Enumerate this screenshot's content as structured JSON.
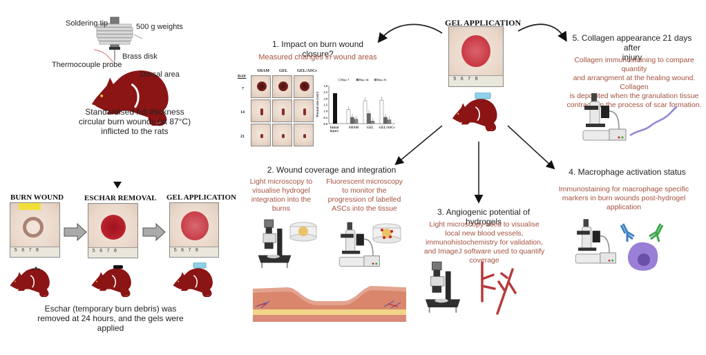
{
  "colors": {
    "rat": "#8b1414",
    "subtext": "#a5513f",
    "wound": "#b81c2a",
    "gel": "#8fd0ea",
    "macrophage": "#9a7fd6",
    "antibody_blue": "#3b7fc4",
    "antibody_green": "#3aa54a",
    "vessel": "#b83a3a"
  },
  "burn_setup": {
    "labels": {
      "soldering_tip": "Soldering tip",
      "weights": "500 g weights",
      "brass_disk": "Brass disk",
      "thermocouple": "Thermocouple probe",
      "dorsal": "Dorsal area"
    },
    "caption": [
      "Standardised full-thickness",
      "circular burn wounds (at 87°C)",
      "inflicted to the rats"
    ]
  },
  "steps": [
    {
      "title": "BURN WOUND"
    },
    {
      "title": "ESCHAR REMOVAL"
    },
    {
      "title": "GEL APPLICATION"
    }
  ],
  "steps_caption": [
    "Eschar (temporary burn debris) was",
    "removed at 24 hours, and the gels were",
    "applied"
  ],
  "center": {
    "title": "GEL APPLICATION"
  },
  "section1": {
    "title": "1. Impact on burn wound closure?",
    "subtitle": "Measured changes in wound areas",
    "grid": {
      "day_label": "DAY",
      "columns": [
        "SHAM",
        "GEL",
        "GEL/ASCs"
      ],
      "rows": [
        "7",
        "14",
        "21"
      ]
    }
  },
  "chart_data": {
    "type": "bar",
    "title": "",
    "xlabel": "",
    "ylabel": "Wound size (cm²)",
    "ylim": [
      0,
      3.0
    ],
    "yticks": [
      "0.0",
      "0.5",
      "1.0",
      "1.5",
      "2.0",
      "2.5",
      "3.0"
    ],
    "categories": [
      "Initial injury",
      "SHAM",
      "GEL",
      "GEL/ASCs"
    ],
    "legend": [
      "Day 7",
      "Day 14",
      "Day 21"
    ],
    "legend_position": "top",
    "initial_injury": 2.4,
    "series": [
      {
        "name": "Day 7",
        "values": [
          null,
          1.1,
          1.8,
          1.85
        ]
      },
      {
        "name": "Day 14",
        "values": [
          null,
          0.5,
          0.8,
          0.5
        ]
      },
      {
        "name": "Day 21",
        "values": [
          null,
          0.35,
          0.2,
          0.3
        ]
      }
    ]
  },
  "section2": {
    "title": "2. Wound coverage and integration",
    "left": [
      "Light microscopy to",
      "visualise hydrogel",
      "integration into the",
      "burns"
    ],
    "right": [
      "Fluorescent microscopy",
      "to monitor the",
      "progression of labelled",
      "ASCs into the tissue"
    ]
  },
  "section3": {
    "title": "3. Angiogenic potential of hydrogels",
    "text": [
      "Light microscopy used to visualise",
      "local new blood vessels,",
      "immunohistochemistry for validation,",
      "and ImageJ software used to quantify",
      "coverage"
    ]
  },
  "section4": {
    "title": "4. Macrophage activation status",
    "text": [
      "Immunostaining for macrophage specific",
      "markers in burn wounds post-hydrogel",
      "application"
    ]
  },
  "section5": {
    "title": [
      "5. Collagen appearance 21 days after",
      "injury"
    ],
    "text": [
      "Collagen immunostaining to compare quantity",
      "and arrangment at the healing wound. Collagen",
      "is deposited when the granulation tissue",
      "contracts in the process of scar formation."
    ]
  }
}
